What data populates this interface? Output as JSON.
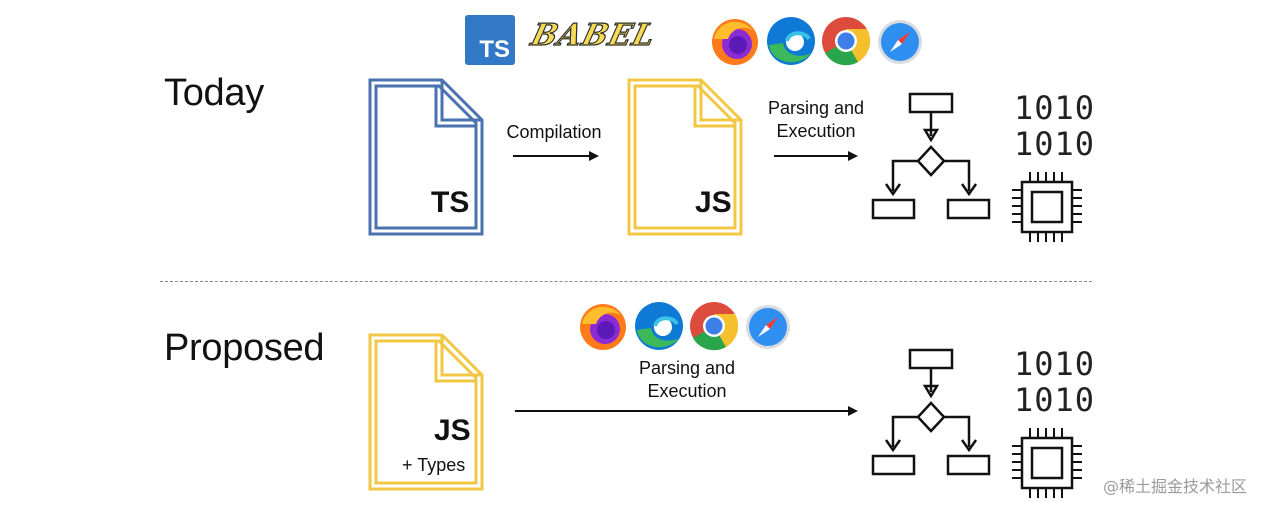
{
  "sections": {
    "today": {
      "label": "Today",
      "source_file": "TS",
      "compile_caption": "Compilation",
      "output_file": "JS",
      "exec_caption": [
        "Parsing and",
        "Execution"
      ],
      "binary": [
        "1010",
        "1010"
      ]
    },
    "proposed": {
      "label": "Proposed",
      "source_file": "JS",
      "source_sub": "+ Types",
      "exec_caption": [
        "Parsing and",
        "Execution"
      ],
      "binary": [
        "1010",
        "1010"
      ]
    }
  },
  "tools": {
    "ts_logo": "TS",
    "babel_logo": "BABEL"
  },
  "browsers": [
    "firefox-icon",
    "edge-icon",
    "chrome-icon",
    "safari-icon"
  ],
  "watermark": "@稀土掘金技术社区",
  "colors": {
    "ts_blue": "#4a72b0",
    "js_yellow": "#f2c744",
    "ts_logo_bg": "#3178c6",
    "babel_yellow": "#f5da55"
  }
}
